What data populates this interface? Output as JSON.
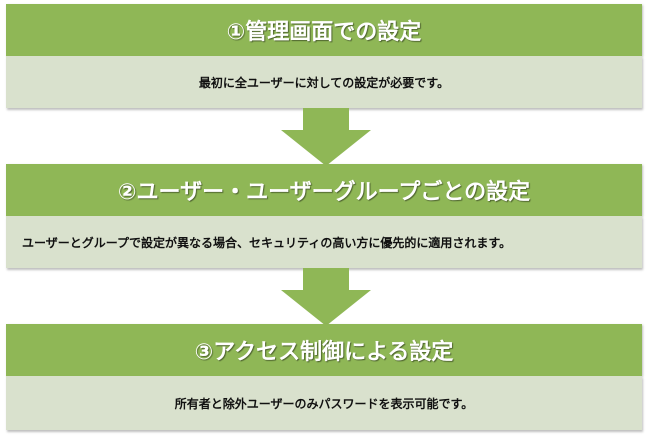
{
  "steps": [
    {
      "title": "①管理画面での設定",
      "description": "最初に全ユーザーに対しての設定が必要です。"
    },
    {
      "title": "②ユーザー・ユーザーグループごとの設定",
      "description": "ユーザーとグループで設定が異なる場合、セキュリティの高い方に優先的に適用されます。"
    },
    {
      "title": "③アクセス制御による設定",
      "description": "所有者と除外ユーザーのみパスワードを表示可能です。"
    }
  ],
  "colors": {
    "header": "#8fb756",
    "description": "#d9e1cd",
    "arrow": "#8fb756"
  }
}
